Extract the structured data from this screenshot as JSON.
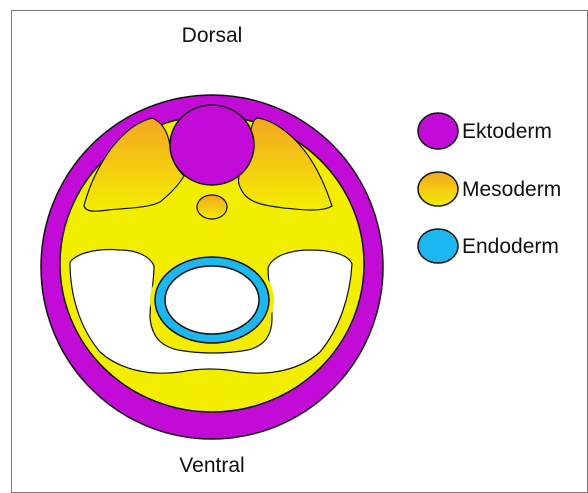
{
  "diagram": {
    "top_label": "Dorsal",
    "bottom_label": "Ventral"
  },
  "legend": {
    "items": [
      {
        "label": "Ektoderm",
        "color": "#c20bd6"
      },
      {
        "label": "Mesoderm",
        "color_top": "#f5a623",
        "color_bottom": "#f3ee00"
      },
      {
        "label": "Endoderm",
        "color": "#1cb7f0"
      }
    ]
  },
  "colors": {
    "ektoderm": "#c20bd6",
    "mesoderm_orange": "#f5a623",
    "mesoderm_yellow": "#f3ee00",
    "endoderm": "#1cb7f0",
    "outline": "#111111"
  }
}
